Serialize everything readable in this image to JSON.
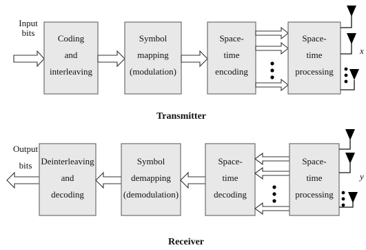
{
  "transmitter": {
    "caption": "Transmitter",
    "input_label": [
      "Input",
      "bits"
    ],
    "blocks": [
      {
        "lines": [
          "Coding",
          "and",
          "interleaving"
        ]
      },
      {
        "lines": [
          "Symbol",
          "mapping",
          "(modulation)"
        ]
      },
      {
        "lines": [
          "Space-",
          "time",
          "encoding"
        ]
      },
      {
        "lines": [
          "Space-",
          "time",
          "processing"
        ]
      }
    ],
    "side_label": "x"
  },
  "receiver": {
    "caption": "Receiver",
    "output_label": [
      "Output",
      "bits"
    ],
    "blocks": [
      {
        "lines": [
          "Deinterleaving",
          "and",
          "decoding"
        ]
      },
      {
        "lines": [
          "Symbol",
          "demapping",
          "(demodulation)"
        ]
      },
      {
        "lines": [
          "Space-",
          "time",
          "decoding"
        ]
      },
      {
        "lines": [
          "Space-",
          "time",
          "processing"
        ]
      }
    ],
    "side_label": "y"
  },
  "colors": {
    "block_fill": "#e8e8e8",
    "block_stroke": "#6d6d6d",
    "text": "#111111"
  }
}
